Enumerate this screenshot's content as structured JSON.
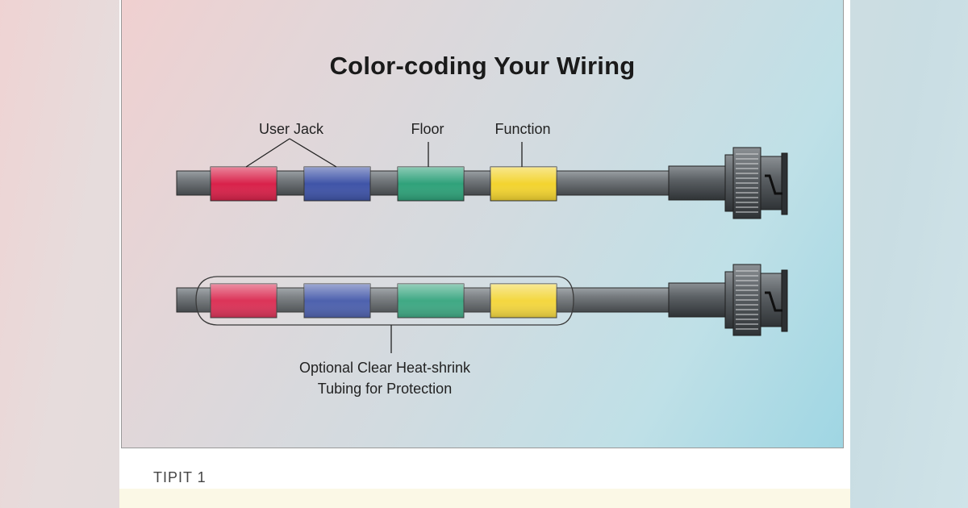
{
  "title": "Color-coding Your Wiring",
  "labels": {
    "user_jack": "User Jack",
    "floor": "Floor",
    "function": "Function",
    "heat_shrink_line1": "Optional Clear Heat-shrink",
    "heat_shrink_line2": "Tubing for Protection"
  },
  "caption": "TIPIT 1",
  "colors": {
    "band_red": "#d9224a",
    "band_blue": "#3f54a8",
    "band_green": "#2fa27a",
    "band_yellow": "#f3d430"
  }
}
